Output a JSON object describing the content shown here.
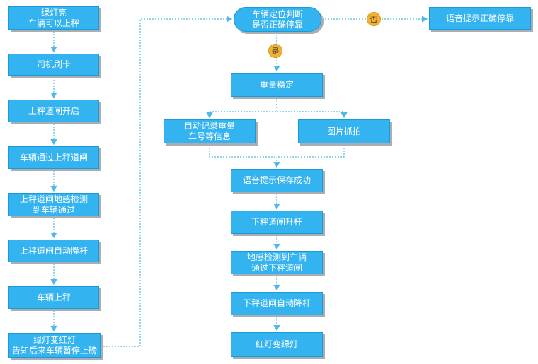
{
  "left_column": [
    {
      "id": "l1",
      "text": "绿灯亮\n车辆可以上秤"
    },
    {
      "id": "l2",
      "text": "司机刷卡"
    },
    {
      "id": "l3",
      "text": "上秤道闸开启"
    },
    {
      "id": "l4",
      "text": "车辆通过上秤道闸"
    },
    {
      "id": "l5",
      "text": "上秤道闸地感检测\n到车辆通过"
    },
    {
      "id": "l6",
      "text": "上秤道闸自动降杆"
    },
    {
      "id": "l7",
      "text": "车辆上秤"
    },
    {
      "id": "l8",
      "text": "绿灯变红灯\n告知后来车辆暂停上磅"
    }
  ],
  "decision": {
    "text": "车辆定位判断\n是否正确停靠"
  },
  "no_label": "否",
  "yes_label": "是",
  "no_target": {
    "text": "语音提示正确停靠"
  },
  "stable": {
    "text": "重量稳定"
  },
  "auto_record": {
    "text": "自动记录重量\n车号等信息"
  },
  "photo": {
    "text": "图片抓拍"
  },
  "right_column": [
    {
      "id": "r1",
      "text": "语音提示保存成功"
    },
    {
      "id": "r2",
      "text": "下秤道闸升杆"
    },
    {
      "id": "r3",
      "text": "地感检测到车辆\n通过下秤道闸"
    },
    {
      "id": "r4",
      "text": "下秤道闸自动降杆"
    },
    {
      "id": "r5",
      "text": "红灯变绿灯"
    }
  ],
  "colors": {
    "box": "#33b3ef",
    "connector": "#4fb9e8",
    "badge": "#f2b233"
  }
}
